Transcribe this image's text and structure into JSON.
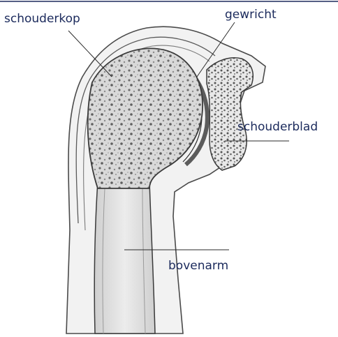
{
  "labels": {
    "humeral_head": "schouderkop",
    "joint": "gewricht",
    "shoulder_blade": "schouderblad",
    "upper_arm": "bovenarm"
  },
  "colors": {
    "label_text": "#1b2a5c",
    "top_rule": "#1b2a5c",
    "leader_line": "#2a2a2a",
    "bone_outline": "#3a3a3a",
    "spongy_bone": "#d7d7d7",
    "shaft": "#e3e3e3"
  }
}
